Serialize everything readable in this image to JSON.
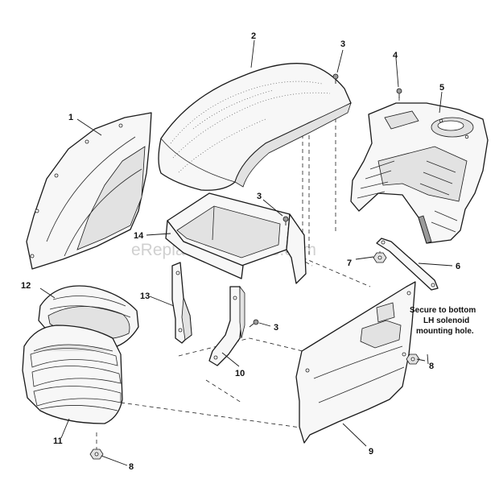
{
  "watermark": "eReplacementParts.com",
  "callouts": {
    "c1": "1",
    "c2": "2",
    "c3a": "3",
    "c3b": "3",
    "c3c": "3",
    "c4": "4",
    "c5": "5",
    "c6": "6",
    "c7": "7",
    "c8a": "8",
    "c8b": "8",
    "c9": "9",
    "c10": "10",
    "c11": "11",
    "c12": "12",
    "c13": "13",
    "c14": "14"
  },
  "note": {
    "line1": "Secure to bottom",
    "line2": "LH solenoid",
    "line3": "mounting hole."
  }
}
